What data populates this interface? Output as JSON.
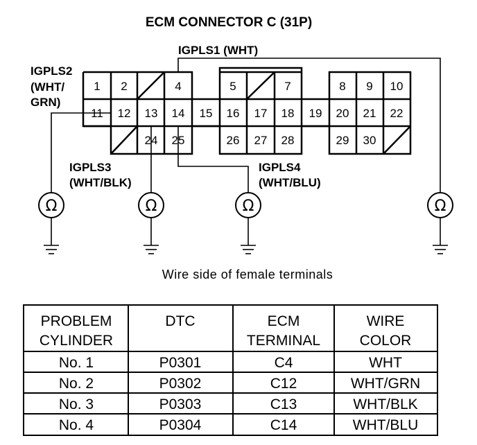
{
  "diagram": {
    "title": "ECM CONNECTOR C (31P)",
    "caption": "Wire side of female terminals",
    "wire_labels": {
      "igpls1": "IGPLS1 (WHT)",
      "igpls2": [
        "IGPLS2",
        "(WHT/",
        "GRN)"
      ],
      "igpls3": [
        "IGPLS3",
        "(WHT/BLK)"
      ],
      "igpls4": [
        "IGPLS4",
        "(WHT/BLU)"
      ]
    },
    "meter_symbol": "Ω",
    "pins": {
      "row1": [
        "1",
        "2",
        "",
        "4",
        "",
        "5",
        "",
        "7",
        "",
        "8",
        "9",
        "10"
      ],
      "row2": [
        "11",
        "12",
        "13",
        "14",
        "15",
        "16",
        "17",
        "18",
        "19",
        "20",
        "21",
        "22"
      ],
      "row3": [
        "",
        "",
        "24",
        "25",
        "",
        "26",
        "27",
        "28",
        "",
        "29",
        "30",
        ""
      ]
    }
  },
  "table": {
    "headers": [
      [
        "PROBLEM",
        "CYLINDER"
      ],
      [
        "DTC",
        ""
      ],
      [
        "ECM",
        "TERMINAL"
      ],
      [
        "WIRE",
        "COLOR"
      ]
    ],
    "rows": [
      [
        "No. 1",
        "P0301",
        "C4",
        "WHT"
      ],
      [
        "No. 2",
        "P0302",
        "C12",
        "WHT/GRN"
      ],
      [
        "No. 3",
        "P0303",
        "C13",
        "WHT/BLK"
      ],
      [
        "No. 4",
        "P0304",
        "C14",
        "WHT/BLU"
      ]
    ]
  }
}
